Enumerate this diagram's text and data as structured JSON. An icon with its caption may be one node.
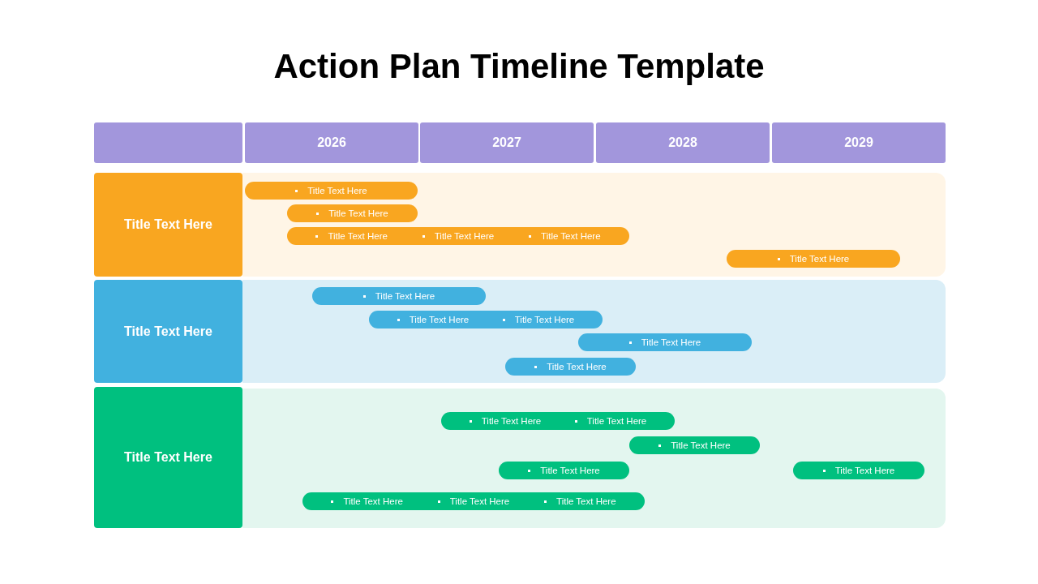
{
  "diagram": {
    "title": "Action Plan Timeline Template",
    "nodes": [
      {
        "text": [],
        "shape": "box"
      },
      {
        "text": [
          "2026"
        ]
      },
      {
        "text": [
          "2027"
        ]
      },
      {
        "text": [
          "2028"
        ]
      },
      {
        "text": [
          "2029"
        ]
      },
      {
        "text": [
          "Title Text Here"
        ]
      },
      {
        "text": [],
        "shape": "box"
      },
      {
        "text": [
          "Title Text Here"
        ],
        "in": 6
      },
      {
        "text": [
          "Title Text Here"
        ],
        "in": 6
      },
      {
        "text": [
          "Title Text Here",
          "Title Text Here",
          "Title Text Here"
        ],
        "in": 6
      },
      {
        "text": [
          "Title Text Here"
        ],
        "in": 6
      },
      {
        "text": [
          "Title Text Here"
        ]
      },
      {
        "text": [],
        "shape": "box"
      },
      {
        "text": [
          "Title Text Here"
        ],
        "in": 12
      },
      {
        "text": [
          "Title Text Here",
          "Title Text Here"
        ],
        "in": 12
      },
      {
        "text": [
          "Title Text Here"
        ],
        "in": 12
      },
      {
        "text": [
          "Title Text Here"
        ],
        "in": 12
      },
      {
        "text": [
          "Title Text Here"
        ]
      },
      {
        "text": [],
        "shape": "box"
      },
      {
        "text": [
          "Title Text Here",
          "Title Text Here"
        ],
        "in": 18
      },
      {
        "text": [
          "Title Text Here"
        ],
        "in": 18
      },
      {
        "text": [
          "Title Text Here"
        ],
        "in": 18
      },
      {
        "text": [
          "Title Text Here"
        ],
        "in": 18
      },
      {
        "text": [
          "Title Text Here",
          "Title Text Here",
          "Title Text Here"
        ],
        "in": 18
      }
    ]
  }
}
